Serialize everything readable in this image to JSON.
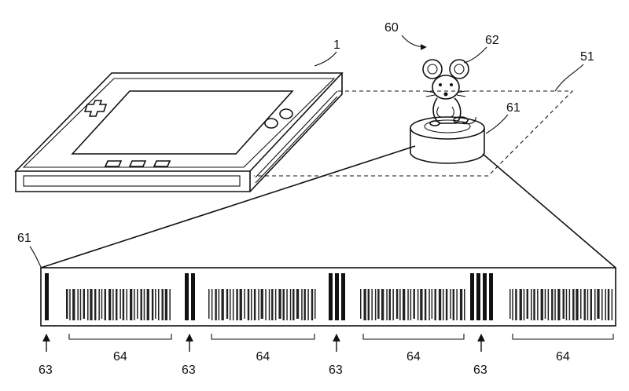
{
  "labels": {
    "device": "1",
    "figure": "60",
    "detection_area": "51",
    "base_top": "61",
    "strip": "61",
    "character": "62",
    "marker": "63",
    "code_block": "64"
  },
  "strip_groups": [
    {
      "marker_bars": 1,
      "marker_label": "63",
      "code_label": "64"
    },
    {
      "marker_bars": 2,
      "marker_label": "63",
      "code_label": "64"
    },
    {
      "marker_bars": 3,
      "marker_label": "63",
      "code_label": "64"
    },
    {
      "marker_bars": 4,
      "marker_label": "63",
      "code_label": "64"
    }
  ]
}
